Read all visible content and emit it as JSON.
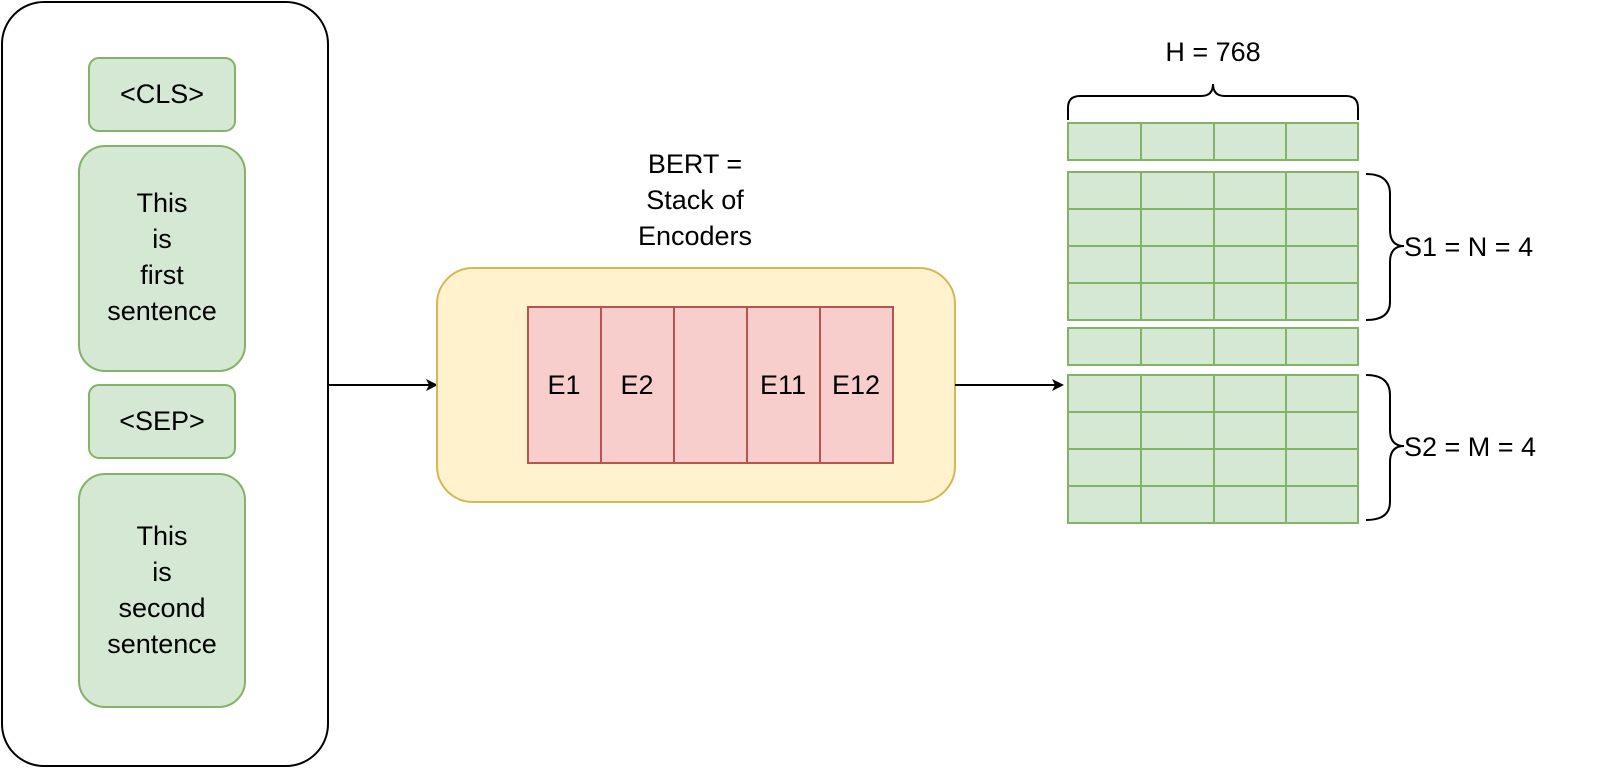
{
  "input_tokens": {
    "cls": "<CLS>",
    "sentence1": [
      "This",
      "is",
      "first",
      "sentence"
    ],
    "sep": "<SEP>",
    "sentence2": [
      "This",
      "is",
      "second",
      "sentence"
    ]
  },
  "bert": {
    "title_lines": [
      "BERT =",
      "Stack of",
      "Encoders"
    ],
    "encoders": [
      "E1",
      "E2",
      "",
      "E11",
      "E12"
    ]
  },
  "output": {
    "hidden_label": "H = 768",
    "s1_label": "S1 = N = 4",
    "s2_label": "S2 = M = 4",
    "columns": 4,
    "s1_rows": 4,
    "s2_rows": 4
  },
  "colors": {
    "token_fill": "#d5e8d4",
    "token_stroke": "#82b366",
    "bert_fill": "#fff2cc",
    "bert_stroke": "#d6b656",
    "encoder_fill": "#f8cecc",
    "encoder_stroke": "#b85450",
    "line": "#000000"
  }
}
